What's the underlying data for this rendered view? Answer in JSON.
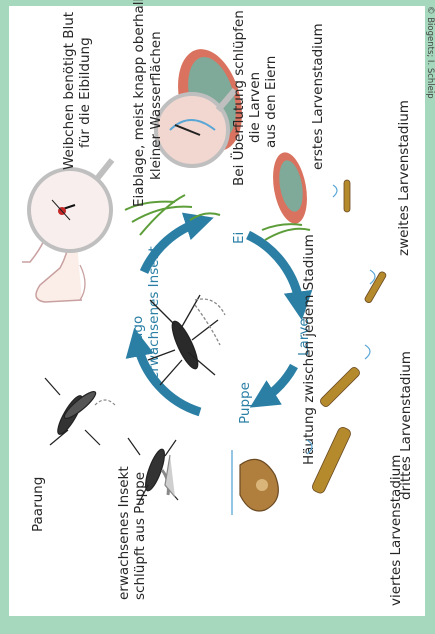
{
  "credit": "© Biogents; I. Schleip",
  "cycle": {
    "imago_line1": "Imago",
    "imago_line2": "erwachsenes Insekt",
    "egg": "Ei",
    "larva": "Larve",
    "pupa": "Puppe"
  },
  "captions": {
    "blood_1": "Weibchen benötigt Blut",
    "blood_2": "für die Eibildung",
    "laying_1": "Eiablage, meist knapp oberhalb",
    "laying_2": "kleiner Wasserflächen",
    "flood_1": "Bei Überflutung schlüpfen",
    "flood_2": "die Larven",
    "flood_3": "aus den Eiern",
    "mating": "Paarung",
    "emerge_1": "erwachsenes Insekt",
    "emerge_2": "schlüpft aus Puppe",
    "moulting": "Häutung zwischen jedem Stadium",
    "first_instar": "erstes Larvenstadium",
    "second_instar": "zweites Larvenstadium",
    "third_instar": "drittes Larvenstadium",
    "fourth_instar": "viertes Larvenstadium"
  },
  "colors": {
    "frame": "#a6d8bd",
    "cycle_blue": "#2b7fa5",
    "water_blue": "#5aa7d6",
    "egg_pot": "#d9735f"
  }
}
